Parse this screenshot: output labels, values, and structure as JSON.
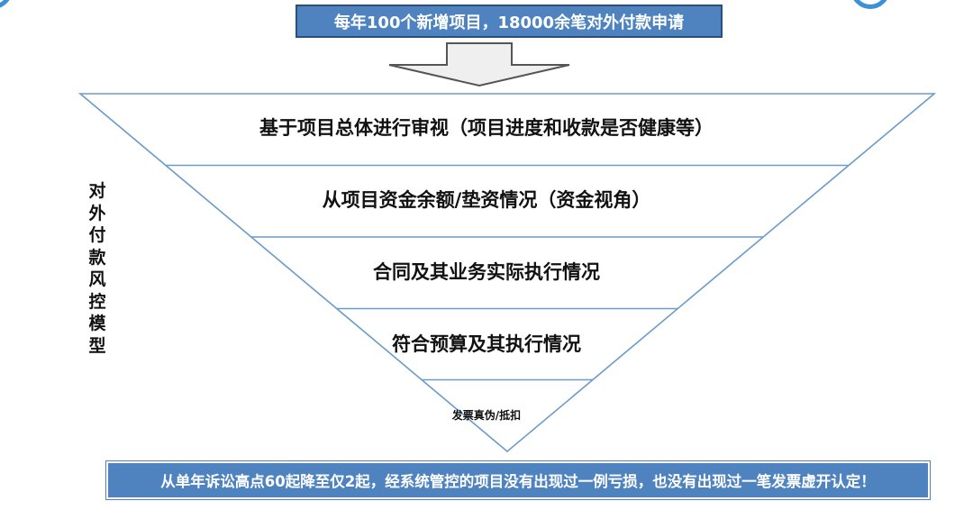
{
  "header": {
    "text": "每年100个新增项目，18000余笔对外付款申请"
  },
  "funnel": {
    "layers": [
      {
        "label": "基于项目总体进行审视（项目进度和收款是否健康等）"
      },
      {
        "label": "从项目资金余额/垫资情况（资金视角）"
      },
      {
        "label": "合同及其业务实际执行情况"
      },
      {
        "label": "符合预算及其执行情况"
      },
      {
        "label": "发票真伪/抵扣"
      }
    ],
    "side_label": "对外付款风控模型"
  },
  "footer": {
    "text": "从单年诉讼高点60起降至仅2起，经系统管控的项目没有出现过一例亏损，也没有出现过一笔发票虚开认定！"
  },
  "colors": {
    "box_fill": "#4e83c0",
    "funnel_line": "#6a9bcb",
    "arrow_fill": "#efefef",
    "arrow_stroke": "#555555"
  }
}
